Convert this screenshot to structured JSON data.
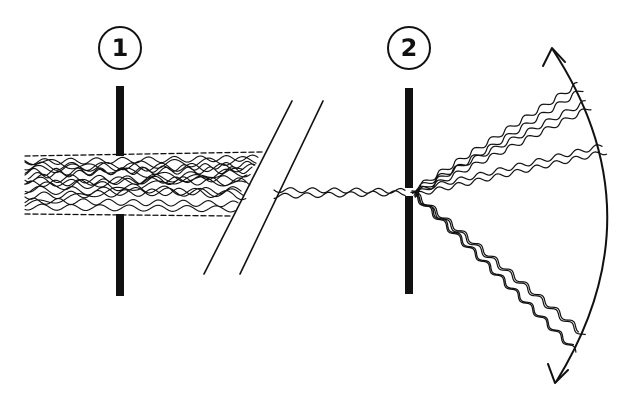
{
  "markers": [
    {
      "id": "marker-1",
      "text": "1"
    },
    {
      "id": "marker-2",
      "text": "2"
    }
  ],
  "colors": {
    "ink": "#111111",
    "background": "#ffffff"
  }
}
